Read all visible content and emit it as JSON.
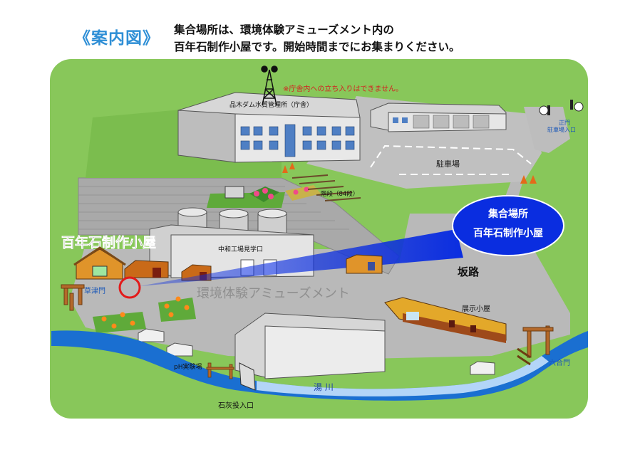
{
  "header": {
    "title": "《案内図》",
    "line1": "集合場所は、環境体験アミューズメント内の",
    "line2": "百年石制作小屋です。開始時間までにお集まりください。"
  },
  "notice": "※庁舎内への立ち入りはできません。",
  "labels": {
    "office": "品木ダム水質管理所（庁舎）",
    "parking": "駐車場",
    "main_gate": "正門",
    "parking_entrance": "駐車場入口",
    "stairs": "階段（84段）",
    "plant": "中和工場見学口",
    "hut_title": "百年石制作小屋",
    "kusatsu_gate": "草津門",
    "amusement": "環境体験アミューズメント",
    "slope": "坂路",
    "exhibit_hut": "展示小屋",
    "ph_lab": "pH実験場",
    "river": "湯 川",
    "rokugo_gate": "六合門",
    "limestone": "石灰投入口"
  },
  "callout": {
    "line1": "集合場所",
    "line2": "百年石制作小屋"
  },
  "colors": {
    "ground": "#88c75a",
    "road": "#b8b8b8",
    "river": "#1a6fd1",
    "callout": "#0a2de0",
    "title": "#2f8fd6",
    "notice": "#d42020",
    "marker": "#e21a1a"
  }
}
